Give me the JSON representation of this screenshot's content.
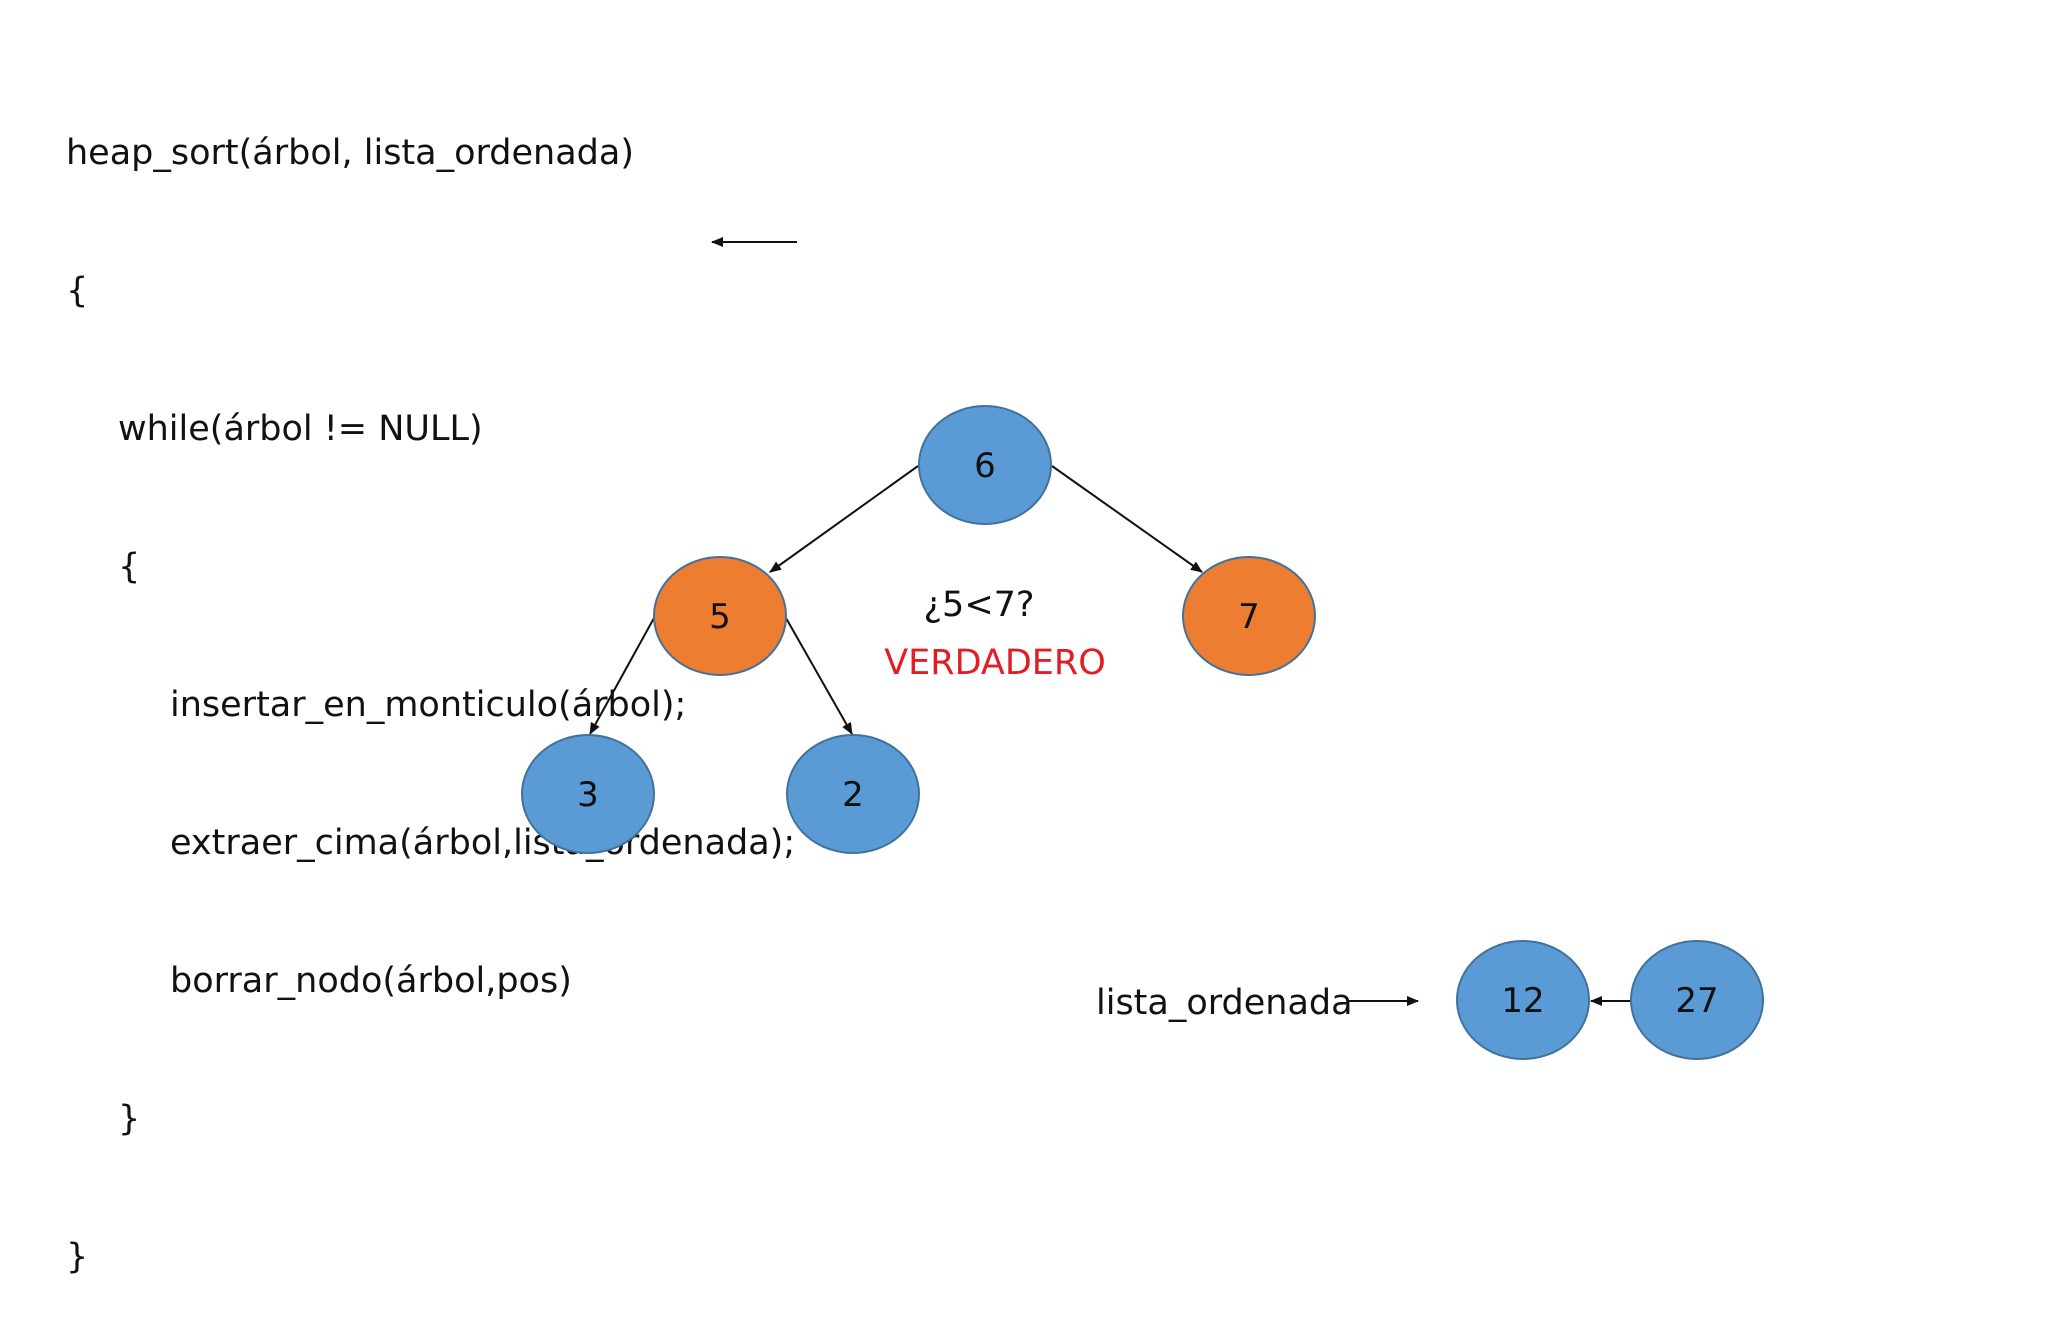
{
  "code": {
    "lines": [
      {
        "text": "heap_sort(árbol, lista_ordenada)",
        "indent": 0
      },
      {
        "text": "{",
        "indent": 0
      },
      {
        "text": "while(árbol != NULL)",
        "indent": 1
      },
      {
        "text": "{",
        "indent": 1
      },
      {
        "text": "insertar_en_monticulo(árbol);",
        "indent": 2
      },
      {
        "text": "extraer_cima(árbol,lista_ordenada);",
        "indent": 2
      },
      {
        "text": "borrar_nodo(árbol,pos)",
        "indent": 2
      },
      {
        "text": "}",
        "indent": 1
      },
      {
        "text": "}",
        "indent": 0
      }
    ]
  },
  "tree": {
    "nodes": {
      "root": {
        "label": "6",
        "color": "#5b9bd5"
      },
      "left": {
        "label": "5",
        "color": "#ed7d31"
      },
      "right": {
        "label": "7",
        "color": "#ed7d31"
      },
      "left_left": {
        "label": "3",
        "color": "#5b9bd5"
      },
      "left_right": {
        "label": "2",
        "color": "#5b9bd5"
      }
    },
    "comparison": "¿5<7?",
    "result": "VERDADERO",
    "result_color": "#e11e26"
  },
  "list": {
    "label": "lista_ordenada",
    "nodes": [
      {
        "label": "12",
        "color": "#5b9bd5"
      },
      {
        "label": "27",
        "color": "#5b9bd5"
      }
    ]
  },
  "colors": {
    "node_stroke": "#41719c",
    "highlight": "#ed7d31",
    "default_node": "#5b9bd5"
  }
}
